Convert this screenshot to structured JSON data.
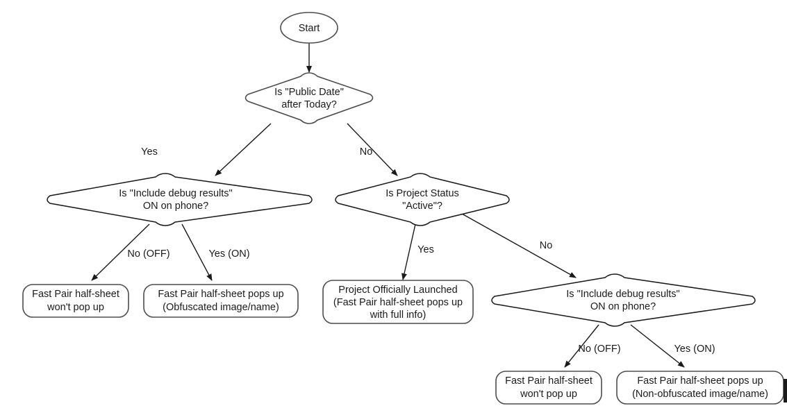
{
  "diagram": {
    "title": "Fast Pair Half-Sheet Decision Flowchart",
    "type": "flowchart",
    "background_color": "#ffffff",
    "stroke_color": "#1a1a1a",
    "node_stroke_color": "#4d4d4d",
    "text_color": "#1a1a1a"
  },
  "nodes": {
    "start": {
      "shape": "ellipse",
      "label": "Start",
      "lines": [
        "Start"
      ]
    },
    "decision_public_date": {
      "shape": "diamond",
      "lines": [
        "Is \"Public Date\"",
        "after Today?"
      ]
    },
    "decision_debug_left": {
      "shape": "diamond",
      "lines": [
        "Is \"Include debug results\"",
        "ON on phone?"
      ]
    },
    "decision_project_status": {
      "shape": "diamond",
      "lines": [
        "Is Project Status",
        "\"Active\"?"
      ]
    },
    "decision_debug_right": {
      "shape": "diamond",
      "lines": [
        "Is \"Include debug results\"",
        "ON on phone?"
      ]
    },
    "terminal_no_popup_left": {
      "shape": "rounded-rect",
      "lines": [
        "Fast Pair half-sheet",
        "won't pop up"
      ]
    },
    "terminal_obfuscated": {
      "shape": "rounded-rect",
      "lines": [
        "Fast Pair half-sheet pops up",
        "(Obfuscated image/name)"
      ]
    },
    "terminal_launched": {
      "shape": "rounded-rect",
      "lines": [
        "Project Officially Launched",
        "(Fast Pair half-sheet pops up",
        "with full info)"
      ]
    },
    "terminal_no_popup_right": {
      "shape": "rounded-rect",
      "lines": [
        "Fast Pair half-sheet",
        "won't pop up"
      ]
    },
    "terminal_non_obfuscated": {
      "shape": "rounded-rect",
      "lines": [
        "Fast Pair half-sheet pops up",
        "(Non-obfuscated image/name)"
      ]
    }
  },
  "edges": [
    {
      "id": "start-to-public-date",
      "from": "start",
      "to": "decision_public_date",
      "label": ""
    },
    {
      "id": "public-date-yes",
      "from": "decision_public_date",
      "to": "decision_debug_left",
      "label": "Yes"
    },
    {
      "id": "public-date-no",
      "from": "decision_public_date",
      "to": "decision_project_status",
      "label": "No"
    },
    {
      "id": "debug-left-off",
      "from": "decision_debug_left",
      "to": "terminal_no_popup_left",
      "label": "No (OFF)"
    },
    {
      "id": "debug-left-on",
      "from": "decision_debug_left",
      "to": "terminal_obfuscated",
      "label": "Yes (ON)"
    },
    {
      "id": "project-status-yes",
      "from": "decision_project_status",
      "to": "terminal_launched",
      "label": "Yes"
    },
    {
      "id": "project-status-no",
      "from": "decision_project_status",
      "to": "decision_debug_right",
      "label": "No"
    },
    {
      "id": "debug-right-off",
      "from": "decision_debug_right",
      "to": "terminal_no_popup_right",
      "label": "No (OFF)"
    },
    {
      "id": "debug-right-on",
      "from": "decision_debug_right",
      "to": "terminal_non_obfuscated",
      "label": "Yes (ON)"
    }
  ]
}
